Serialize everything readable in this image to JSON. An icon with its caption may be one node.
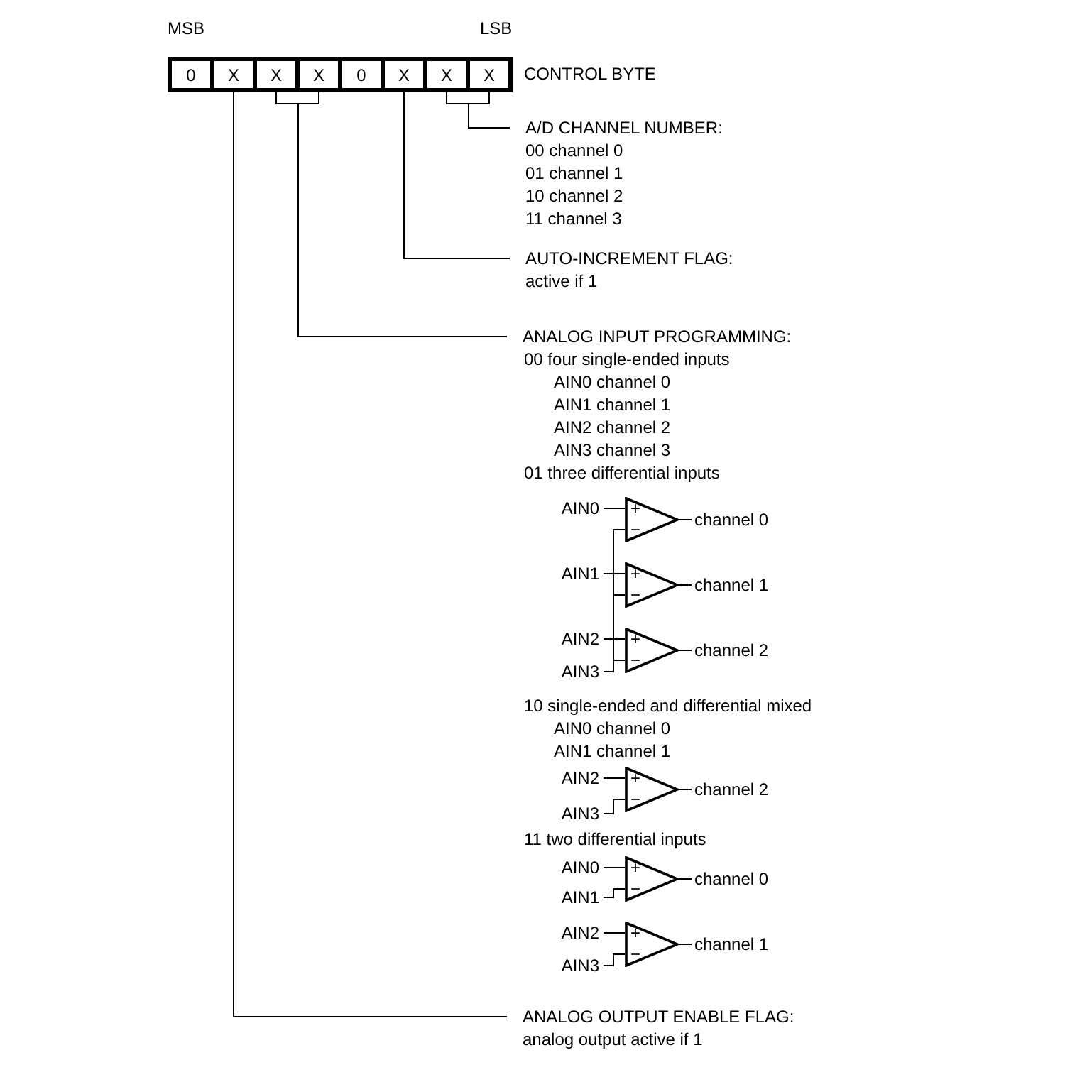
{
  "diagram": {
    "nodes": [
      {
        "text": [
          "0"
        ]
      },
      {
        "text": [
          "X"
        ]
      },
      {
        "text": [
          "X"
        ]
      },
      {
        "text": [
          "X"
        ]
      },
      {
        "text": [
          "0"
        ]
      },
      {
        "text": [
          "X"
        ]
      },
      {
        "text": [
          "X"
        ]
      },
      {
        "text": [
          "X"
        ]
      },
      {
        "text": [
          "A/D CHANNEL NUMBER:",
          "00 channel 0",
          "01 channel 1",
          "10 channel 2",
          "11 channel 3"
        ]
      },
      {
        "text": [
          "AUTO-INCREMENT FLAG:",
          "active if 1"
        ]
      },
      {
        "text": [
          "ANALOG INPUT PROGRAMMING:"
        ]
      },
      {
        "text": [
          "AIN0"
        ]
      },
      {
        "text": [
          "+",
          "−"
        ]
      },
      {
        "text": [
          "channel 0"
        ]
      },
      {
        "text": [
          "AIN1"
        ]
      },
      {
        "text": [
          "+",
          "−"
        ]
      },
      {
        "text": [
          "channel 1"
        ]
      },
      {
        "text": [
          "AIN2"
        ]
      },
      {
        "text": [
          "+",
          "−"
        ]
      },
      {
        "text": [
          "channel 2"
        ]
      },
      {
        "text": [
          "AIN3"
        ]
      },
      {
        "text": [
          "AIN2"
        ]
      },
      {
        "text": [
          "+",
          "−"
        ]
      },
      {
        "text": [
          "channel 2"
        ]
      },
      {
        "text": [
          "AIN3"
        ]
      },
      {
        "text": [
          "AIN0"
        ]
      },
      {
        "text": [
          "+",
          "−"
        ]
      },
      {
        "text": [
          "channel 0"
        ]
      },
      {
        "text": [
          "AIN1"
        ]
      },
      {
        "text": [
          "AIN2"
        ]
      },
      {
        "text": [
          "+",
          "−"
        ]
      },
      {
        "text": [
          "channel 1"
        ]
      },
      {
        "text": [
          "AIN3"
        ]
      },
      {
        "text": [
          "ANALOG OUTPUT ENABLE FLAG:",
          "analog output active if 1"
        ]
      }
    ],
    "edges": [
      {
        "from": 6,
        "to": 8,
        "arrow": "none"
      },
      {
        "from": 7,
        "to": 8,
        "arrow": "none"
      },
      {
        "from": 5,
        "to": 9,
        "arrow": "none"
      },
      {
        "from": 2,
        "to": 10,
        "arrow": "none"
      },
      {
        "from": 3,
        "to": 10,
        "arrow": "none"
      },
      {
        "from": 11,
        "to": 12,
        "arrow": "none"
      },
      {
        "from": 12,
        "to": 13,
        "arrow": "none"
      },
      {
        "from": 14,
        "to": 15,
        "arrow": "none"
      },
      {
        "from": 15,
        "to": 16,
        "arrow": "none"
      },
      {
        "from": 17,
        "to": 18,
        "arrow": "none"
      },
      {
        "from": 18,
        "to": 19,
        "arrow": "none"
      },
      {
        "from": 20,
        "to": 12,
        "arrow": "none"
      },
      {
        "from": 20,
        "to": 15,
        "arrow": "none"
      },
      {
        "from": 20,
        "to": 18,
        "arrow": "none"
      },
      {
        "from": 21,
        "to": 22,
        "arrow": "none"
      },
      {
        "from": 22,
        "to": 23,
        "arrow": "none"
      },
      {
        "from": 24,
        "to": 22,
        "arrow": "none"
      },
      {
        "from": 25,
        "to": 26,
        "arrow": "none"
      },
      {
        "from": 26,
        "to": 27,
        "arrow": "none"
      },
      {
        "from": 28,
        "to": 26,
        "arrow": "none"
      },
      {
        "from": 29,
        "to": 30,
        "arrow": "none"
      },
      {
        "from": 30,
        "to": 31,
        "arrow": "none"
      },
      {
        "from": 32,
        "to": 30,
        "arrow": "none"
      },
      {
        "from": 1,
        "to": 33,
        "arrow": "none"
      }
    ],
    "labels": [
      "MSB",
      "LSB",
      "CONTROL BYTE",
      "00 four single-ended inputs",
      "AIN0 channel 0",
      "AIN1 channel 1",
      "AIN2 channel 2",
      "AIN3 channel 3",
      "01 three differential inputs",
      "10 single-ended and differential mixed",
      "AIN0 channel 0",
      "AIN1 channel 1",
      "11 two differential inputs"
    ]
  }
}
